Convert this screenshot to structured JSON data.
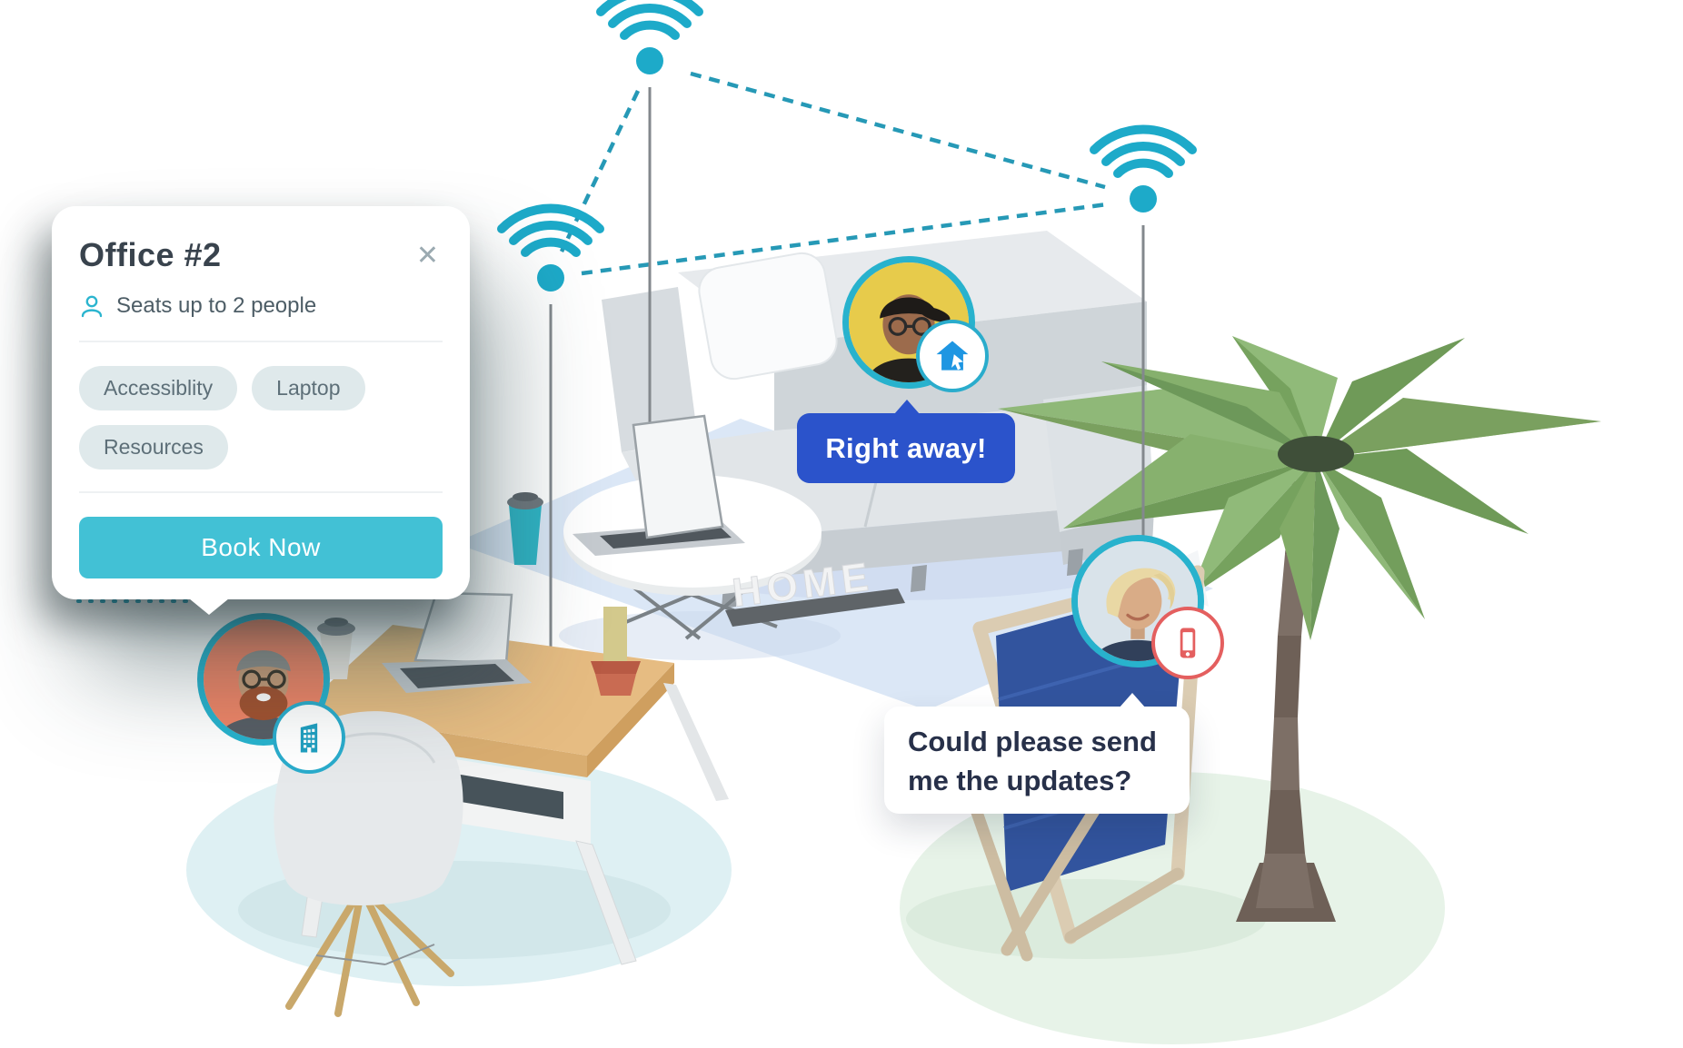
{
  "card": {
    "title": "Office #2",
    "close_glyph": "✕",
    "capacity_label": "Seats up to 2 people",
    "tags": [
      "Accessiblity",
      "Laptop",
      "Resources"
    ],
    "book_button_label": "Book Now"
  },
  "bubbles": {
    "right_away": {
      "text": "Right away!"
    },
    "updates": {
      "lines": [
        "Could please send",
        "me the updates?"
      ]
    }
  },
  "scene": {
    "home_sign": "HOME"
  },
  "icons": {
    "close": "✕",
    "person": "person-outline",
    "wifi": "wifi-signal-arcs",
    "house": "house-with-cursor-arrow",
    "phone": "smartphone",
    "building": "office-building"
  },
  "colors": {
    "accent_teal": "#28b2cd",
    "button_teal": "#42c1d5",
    "bubble_blue": "#2b53cb",
    "badge_red": "#e45f5f",
    "house_blue": "#1e96e2",
    "tag_bg": "#dfe9eb",
    "title_text": "#39434d",
    "floor_blue": "#dbe7f6",
    "palm_green": "#8fb878",
    "deck_fabric_blue": "#32549e"
  }
}
